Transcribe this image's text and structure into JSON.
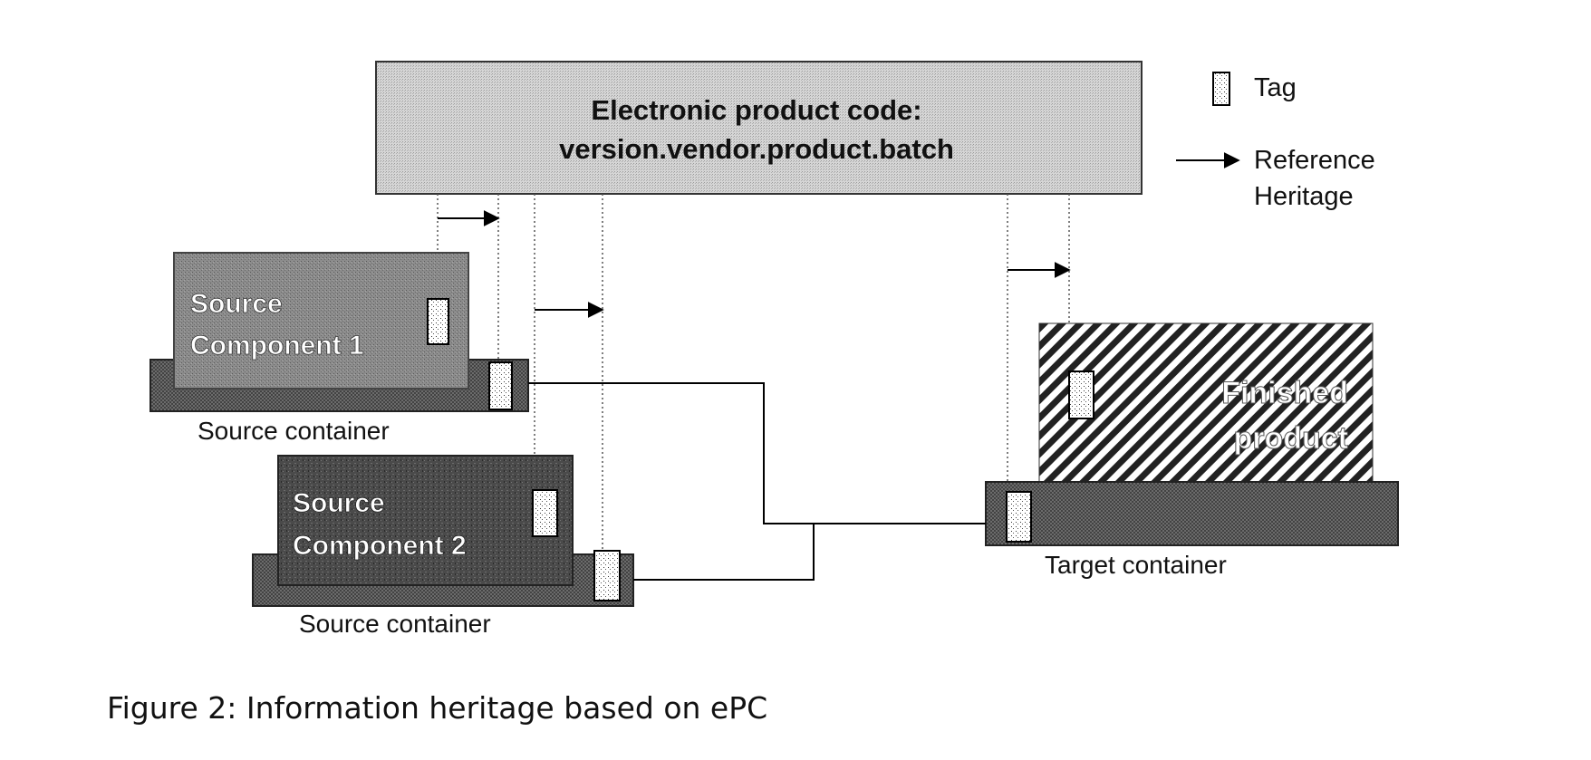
{
  "header": {
    "line1": "Electronic product code:",
    "line2": "version.vendor.product.batch"
  },
  "legend": {
    "tag_label": "Tag",
    "arrow_label_line1": "Reference",
    "arrow_label_line2": "Heritage"
  },
  "components": {
    "c1": {
      "line1": "Source",
      "line2": "Component 1"
    },
    "c2": {
      "line1": "Source",
      "line2": "Component 2"
    },
    "finished": {
      "line1": "Finished",
      "line2": "product"
    }
  },
  "containers": {
    "source1": "Source container",
    "source2": "Source container",
    "target": "Target container"
  },
  "caption": "Figure 2: Information heritage based on ePC",
  "colors": {
    "header_fill": "#d4d4d4",
    "component1_fill": "#8a8a8a",
    "component2_fill": "#4a4a4a",
    "container_fill": "#7a7a7a",
    "line": "#000000"
  }
}
